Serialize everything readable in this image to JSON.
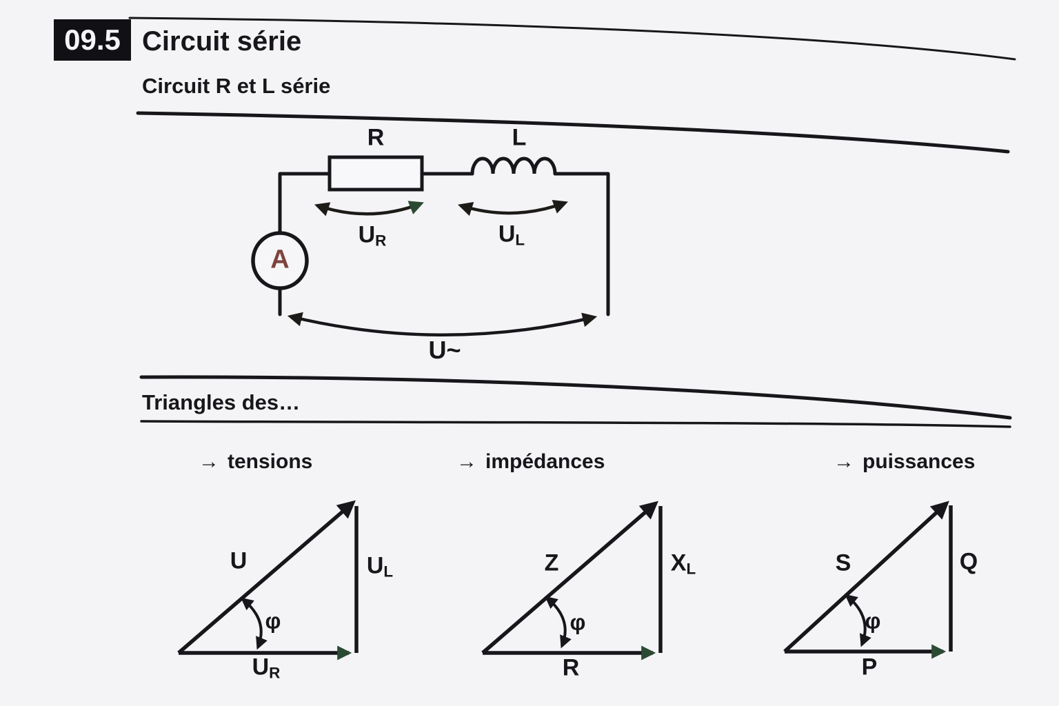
{
  "header": {
    "badge": "09.5",
    "title": "Circuit série"
  },
  "section1": {
    "title": "Circuit R et L série"
  },
  "circuit": {
    "resistor_label": "R",
    "inductor_label": "L",
    "ammeter_label": "A",
    "ur": {
      "base": "U",
      "sub": "R"
    },
    "ul": {
      "base": "U",
      "sub": "L"
    },
    "source_label": "U~"
  },
  "section2": {
    "title": "Triangles des…"
  },
  "triangles": [
    {
      "bullet": "→",
      "name": "tensions",
      "hyp": "U",
      "vert": {
        "base": "U",
        "sub": "L"
      },
      "base_side": {
        "base": "U",
        "sub": "R"
      },
      "angle": "φ"
    },
    {
      "bullet": "→",
      "name": "impédances",
      "hyp": "Z",
      "vert": {
        "base": "X",
        "sub": "L"
      },
      "base_side": {
        "base": "R",
        "sub": ""
      },
      "angle": "φ"
    },
    {
      "bullet": "→",
      "name": "puissances",
      "hyp": "S",
      "vert": {
        "base": "Q",
        "sub": ""
      },
      "base_side": {
        "base": "P",
        "sub": ""
      },
      "angle": "φ"
    }
  ],
  "colors": {
    "background": "#f4f3f5",
    "ink": "#17171b",
    "arrowhead_green": "#2b4a33",
    "ammeter_red": "#7d443c"
  }
}
